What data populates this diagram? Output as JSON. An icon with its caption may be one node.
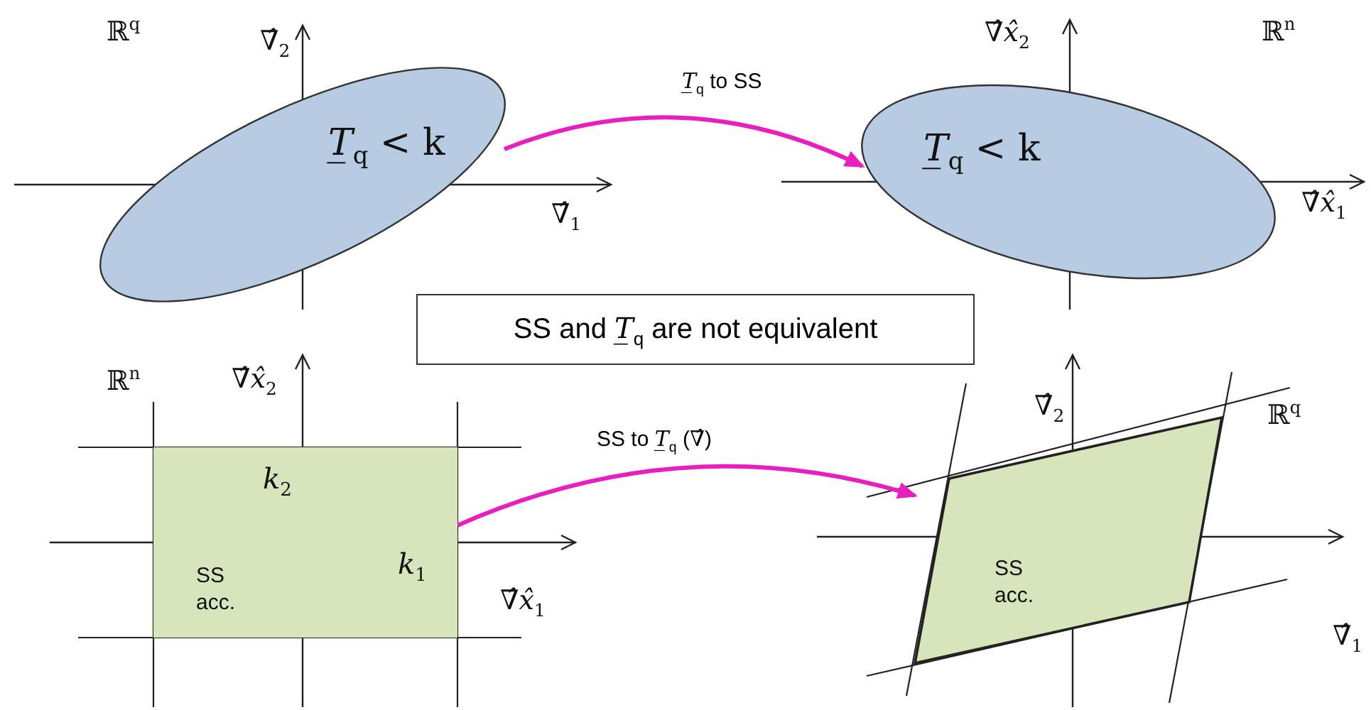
{
  "diagram": {
    "nodes": [
      {
        "text": [
          "*T̲*$_{q}$ < k"
        ]
      },
      {
        "text": [
          "*T̲*$_{q}$ < k"
        ]
      },
      {
        "text": [
          "*k*$_{2}$",
          "SS acc.",
          "*k*$_{1}$"
        ]
      },
      {
        "text": [
          "SS acc."
        ]
      },
      {
        "text": [
          "SS and *T̲*$_{q}$ are not equivalent"
        ]
      }
    ],
    "edges": [
      {
        "from": 0,
        "to": 1,
        "arrow": "to",
        "label": "*T̲*$_{q}$ to SS"
      },
      {
        "from": 2,
        "to": 3,
        "arrow": "to",
        "label": "SS to *T̲*$_{q}$ (*∇̂*)"
      }
    ],
    "labels": [
      "ℝ$^{q}$",
      "*∇̂*$_{2}$",
      "*∇̂x̂*$_{2}$",
      "ℝ$^{n}$",
      "*∇̂*$_{1}$",
      "*∇̂x̂*$_{1}$",
      "ℝ$^{n}$",
      "*∇̂x̂*$_{2}$",
      "*∇̂*$_{2}$",
      "ℝ$^{q}$",
      "*∇̂x̂*$_{1}$",
      "*∇̂*$_{1}$"
    ]
  }
}
